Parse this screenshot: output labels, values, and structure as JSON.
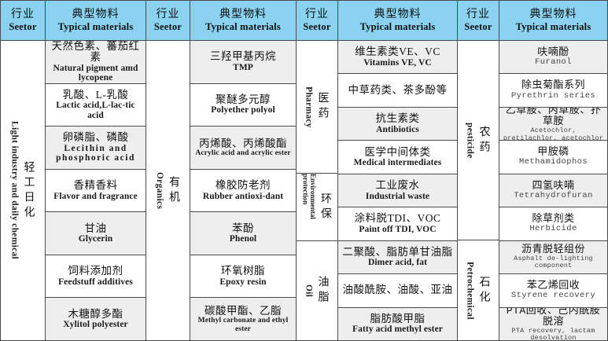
{
  "header": {
    "sector_cn": "行业",
    "sector_en": "Seetor",
    "materials_cn": "典型物料",
    "materials_en": "Typical materials"
  },
  "colors": {
    "header_fill": "#8ad2ef",
    "grid_line": "#4a4a4a",
    "row_shade": "#eeeeee",
    "row_plain": "#ffffff"
  },
  "groups": [
    {
      "sector_cn": "轻工日化",
      "sector_en": "Light industry and daily chemical",
      "materials": [
        {
          "cn": "天然色素、蕃茄红素",
          "en": "Natural pigment amd lycopene"
        },
        {
          "cn": "乳酸、L-乳酸",
          "en": "Lactic acid,L-lac-tic acid"
        },
        {
          "cn": "卵磷脂、磷酸",
          "en": "Lecithin and phosphoric acid"
        },
        {
          "cn": "香精香料",
          "en": "Flavor and fragrance"
        },
        {
          "cn": "甘油",
          "en": "Glycerin"
        },
        {
          "cn": "饲料添加剂",
          "en": "Feedstuff additives"
        },
        {
          "cn": "木糖醇多酯",
          "en": "Xylitol polyester"
        }
      ]
    },
    {
      "sector_cn": "有机",
      "sector_en": "Organics",
      "materials": [
        {
          "cn": "三羟甲基丙烷",
          "en": "TMP"
        },
        {
          "cn": "聚醚多元醇",
          "en": "Polyether polyol"
        },
        {
          "cn": "丙烯酸、丙烯酸酯",
          "en": "Acrylic acid and acrylic ester"
        },
        {
          "cn": "橡胶防老剂",
          "en": "Rubber antioxi-dant"
        },
        {
          "cn": "苯酚",
          "en": "Phenol"
        },
        {
          "cn": "环氧树脂",
          "en": "Epoxy resin"
        },
        {
          "cn": "碳酸甲酯、乙脂",
          "en": "Methyl carbonate and ethyl ester"
        }
      ]
    },
    {
      "sector_cn": "医药",
      "sector_en": "Pharmacy",
      "materials": [
        {
          "cn": "维生素类VE、VC",
          "en": "Vitamins VE, VC"
        },
        {
          "cn": "中草药类、茶多酚等",
          "en": ""
        },
        {
          "cn": "抗生素类",
          "en": "Antibiotics"
        },
        {
          "cn": "医学中间体类",
          "en": "Medical intermediates"
        }
      ]
    },
    {
      "sector_cn": "环保",
      "sector_en": "Environmental protection",
      "materials": [
        {
          "cn": "工业废水",
          "en": "Industrial waste"
        },
        {
          "cn": "涂料脱TDI、VOC",
          "en": "Paint off TDI, VOC"
        }
      ]
    },
    {
      "sector_cn": "油脂",
      "sector_en": "Oil",
      "materials": [
        {
          "cn": "二聚酸、脂肪单甘油脂",
          "en": "Dimer acid, fat"
        },
        {
          "cn": "油酸酰胺、油酸、亚油",
          "en": ""
        },
        {
          "cn": "脂肪酸甲脂",
          "en": "Fatty acid methyl ester"
        }
      ]
    },
    {
      "sector_cn": "农药",
      "sector_en": "pesticide",
      "materials": [
        {
          "cn": "呋喃酚",
          "en": "Furanol"
        },
        {
          "cn": "除虫菊酯系列",
          "en": "Pyrethrin series"
        },
        {
          "cn": "乙草胺、丙草胺、扑草胺",
          "en": "Acetochlor, pretilachlor, acetochlor"
        },
        {
          "cn": "甲胺磷",
          "en": "Methamidophos"
        },
        {
          "cn": "四氢呋喃",
          "en": "Tetrahydrofuran"
        },
        {
          "cn": "除草剂类",
          "en": "Herbicide"
        }
      ]
    },
    {
      "sector_cn": "石化",
      "sector_en": "Petrochemical",
      "materials": [
        {
          "cn": "沥青脱轻组份",
          "en": "Asphalt de-lighting component"
        },
        {
          "cn": "苯乙烯回收",
          "en": "Styrene recovery"
        },
        {
          "cn": "PTA回收、己内酰胺脱溶",
          "en": "PTA recovery, lactam desolvation"
        }
      ]
    }
  ]
}
